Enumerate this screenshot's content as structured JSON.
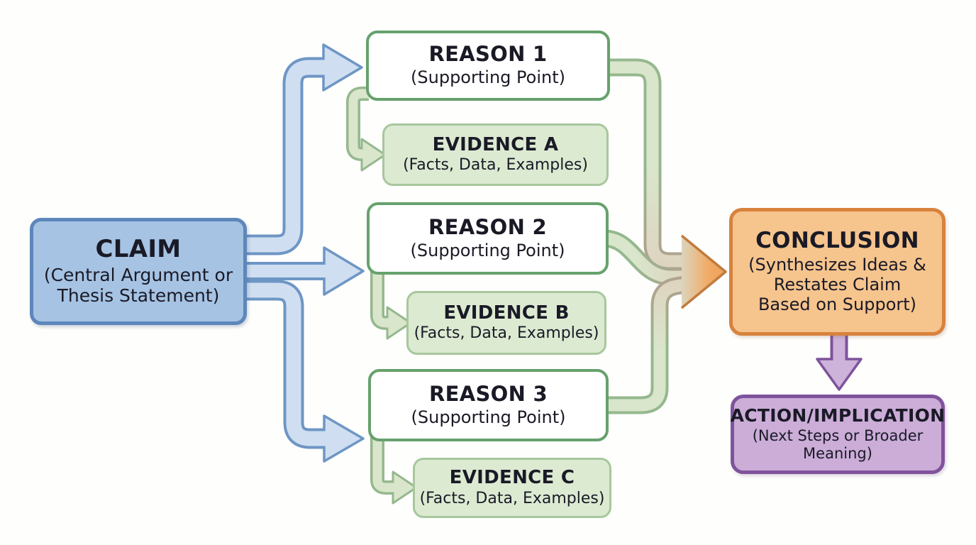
{
  "diagram": {
    "title": "Argument structure flowchart",
    "boxes": {
      "claim": {
        "title": "CLAIM",
        "subtitle": "(Central Argument or\nThesis Statement)"
      },
      "reason1": {
        "title": "REASON 1",
        "subtitle": "(Supporting Point)"
      },
      "evidence_a": {
        "title": "EVIDENCE A",
        "subtitle": "(Facts, Data, Examples)"
      },
      "reason2": {
        "title": "REASON 2",
        "subtitle": "(Supporting Point)"
      },
      "evidence_b": {
        "title": "EVIDENCE B",
        "subtitle": "(Facts, Data, Examples)"
      },
      "reason3": {
        "title": "REASON 3",
        "subtitle": "(Supporting Point)"
      },
      "evidence_c": {
        "title": "EVIDENCE C",
        "subtitle": "(Facts, Data, Examples)"
      },
      "conclusion": {
        "title": "CONCLUSION",
        "subtitle": "(Synthesizes Ideas &\nRestates Claim\nBased on Support)"
      },
      "action": {
        "title": "ACTION/IMPLICATION",
        "subtitle": "(Next Steps or Broader\nMeaning)"
      }
    },
    "connections": [
      {
        "from": "CLAIM",
        "to": "REASON 1",
        "style": "blue-block-arrow"
      },
      {
        "from": "CLAIM",
        "to": "REASON 2",
        "style": "blue-block-arrow"
      },
      {
        "from": "CLAIM",
        "to": "REASON 3",
        "style": "blue-block-arrow"
      },
      {
        "from": "REASON 1",
        "to": "EVIDENCE A",
        "style": "green-hook-arrow"
      },
      {
        "from": "REASON 2",
        "to": "EVIDENCE B",
        "style": "green-hook-arrow"
      },
      {
        "from": "REASON 3",
        "to": "EVIDENCE C",
        "style": "green-hook-arrow"
      },
      {
        "from": "REASON 1",
        "to": "CONCLUSION",
        "style": "green-pipe-merging-into-orange-arrow"
      },
      {
        "from": "REASON 2",
        "to": "CONCLUSION",
        "style": "green-pipe-merging-into-orange-arrow"
      },
      {
        "from": "REASON 3",
        "to": "CONCLUSION",
        "style": "green-pipe-merging-into-orange-arrow"
      },
      {
        "from": "CONCLUSION",
        "to": "ACTION/IMPLICATION",
        "style": "purple-block-arrow"
      }
    ]
  },
  "colors": {
    "background": "#fefefd",
    "text": "#1a1a26",
    "claim_fill": "#a6c3e4",
    "claim_border": "#5d87bb",
    "reason_fill": "#ffffff",
    "reason_border": "#67a16d",
    "evidence_fill": "#dcead2",
    "evidence_border": "#a8c79d",
    "conclusion_fill": "#f6c48d",
    "conclusion_border": "#d8823e",
    "action_fill": "#cbadd8",
    "action_border": "#7f539b",
    "blue_arrow_fill": "#cfdff1",
    "blue_arrow_border": "#6e96c5",
    "green_arrow_fill": "#d9e6cb",
    "green_arrow_border": "#95b88e",
    "orange_arrow_fill": "#f0ab67",
    "orange_arrow_border": "#c07c3e",
    "purple_arrow_fill": "#cdb3da",
    "purple_arrow_border": "#7e539b"
  }
}
